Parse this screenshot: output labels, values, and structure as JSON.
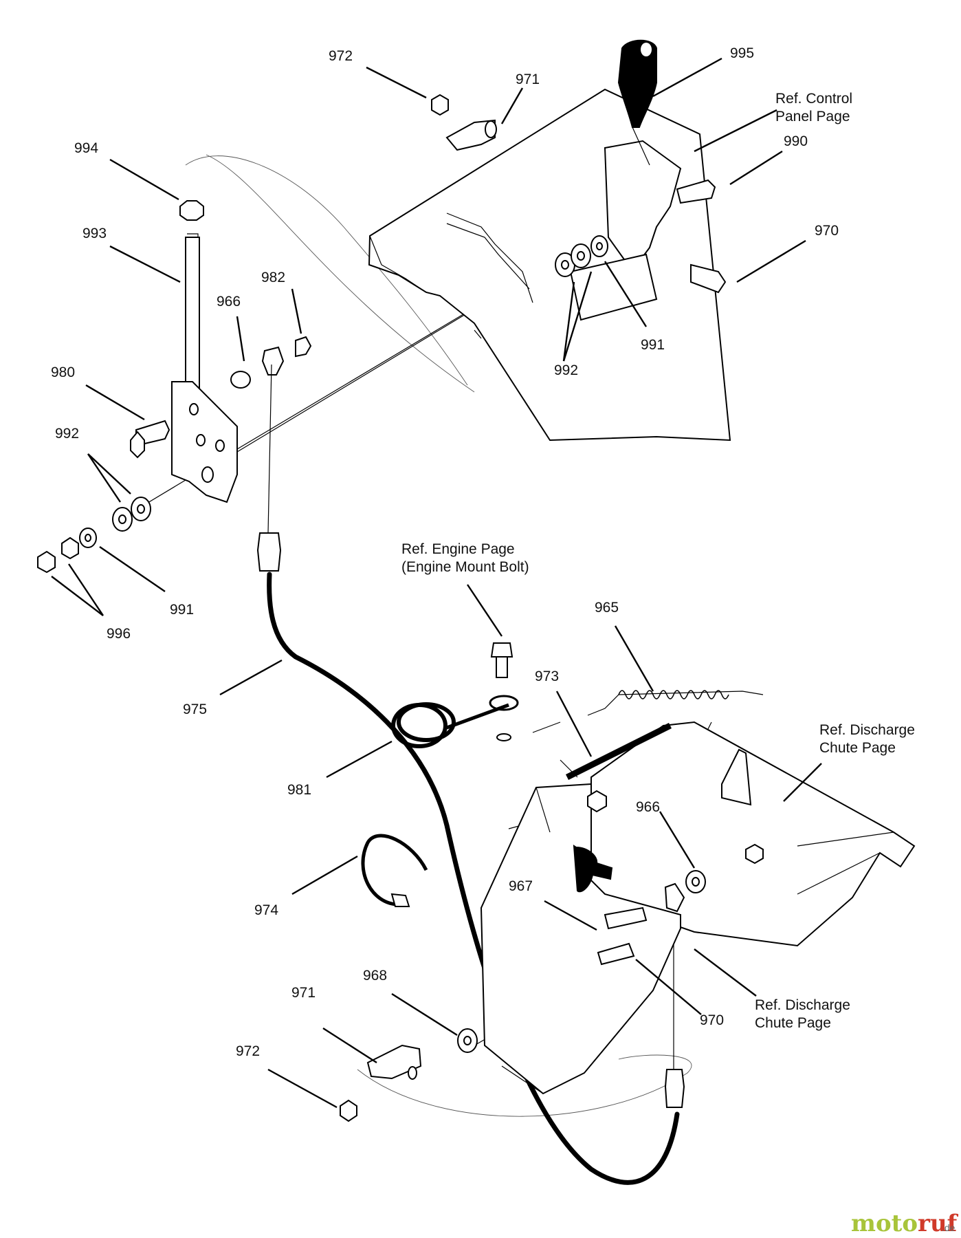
{
  "labels": {
    "l972a": "972",
    "l971a": "971",
    "l995": "995",
    "l994": "994",
    "l993": "993",
    "l982": "982",
    "l966a": "966",
    "l980": "980",
    "l992a": "992",
    "l991a": "991",
    "l996": "996",
    "l990": "990",
    "l970a": "970",
    "l991b": "991",
    "l992b": "992",
    "l975": "975",
    "l981": "981",
    "l974": "974",
    "l973": "973",
    "l965": "965",
    "l966b": "966",
    "l967": "967",
    "l968": "968",
    "l971b": "971",
    "l972b": "972",
    "l970b": "970"
  },
  "references": {
    "control_panel": [
      "Ref. Control",
      "Panel Page"
    ],
    "engine": [
      "Ref. Engine Page",
      "(Engine Mount Bolt)"
    ],
    "discharge_chute_1": [
      "Ref. Discharge",
      "Chute Page"
    ],
    "discharge_chute_2": [
      "Ref. Discharge",
      "Chute Page"
    ]
  },
  "watermark": {
    "brand": "motoruf",
    "suffix": ".de"
  }
}
